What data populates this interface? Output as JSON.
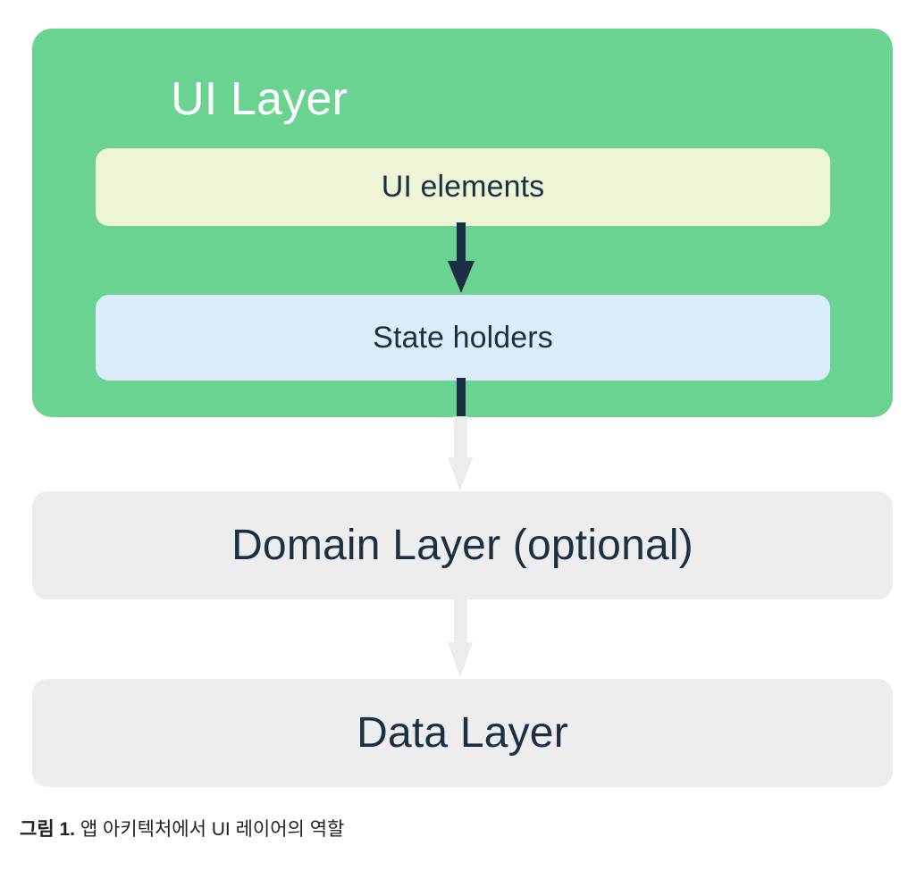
{
  "diagram": {
    "title": "UI Layer",
    "ui_layer": {
      "label": "UI Layer",
      "color": "#6BD391",
      "text_color": "#FFFFFF",
      "children": [
        {
          "id": "ui-elements",
          "label": "UI elements",
          "color": "#EEF5D6",
          "text_color": "#1B3040"
        },
        {
          "id": "state-holders",
          "label": "State holders",
          "color": "#DBECFA",
          "text_color": "#1B3040"
        }
      ]
    },
    "layers": [
      {
        "id": "domain-layer",
        "label": "Domain Layer (optional)",
        "color": "#EDEDED",
        "text_color": "#1B3040"
      },
      {
        "id": "data-layer",
        "label": "Data Layer",
        "color": "#EDEDED",
        "text_color": "#1B3040"
      }
    ],
    "arrows": [
      {
        "id": "ui-elements-to-state-holders",
        "from": "ui-elements",
        "to": "state-holders",
        "color": "#1A2E44",
        "direction": "down"
      },
      {
        "id": "state-holders-to-domain-layer",
        "from": "state-holders",
        "to": "domain-layer",
        "color": "#ECECEC",
        "direction": "down"
      },
      {
        "id": "domain-layer-to-data-layer",
        "from": "domain-layer",
        "to": "data-layer",
        "color": "#ECECEC",
        "direction": "down"
      }
    ]
  },
  "caption": {
    "label": "그림 1.",
    "text": " 앱 아키텍처에서 UI 레이어의 역할"
  }
}
